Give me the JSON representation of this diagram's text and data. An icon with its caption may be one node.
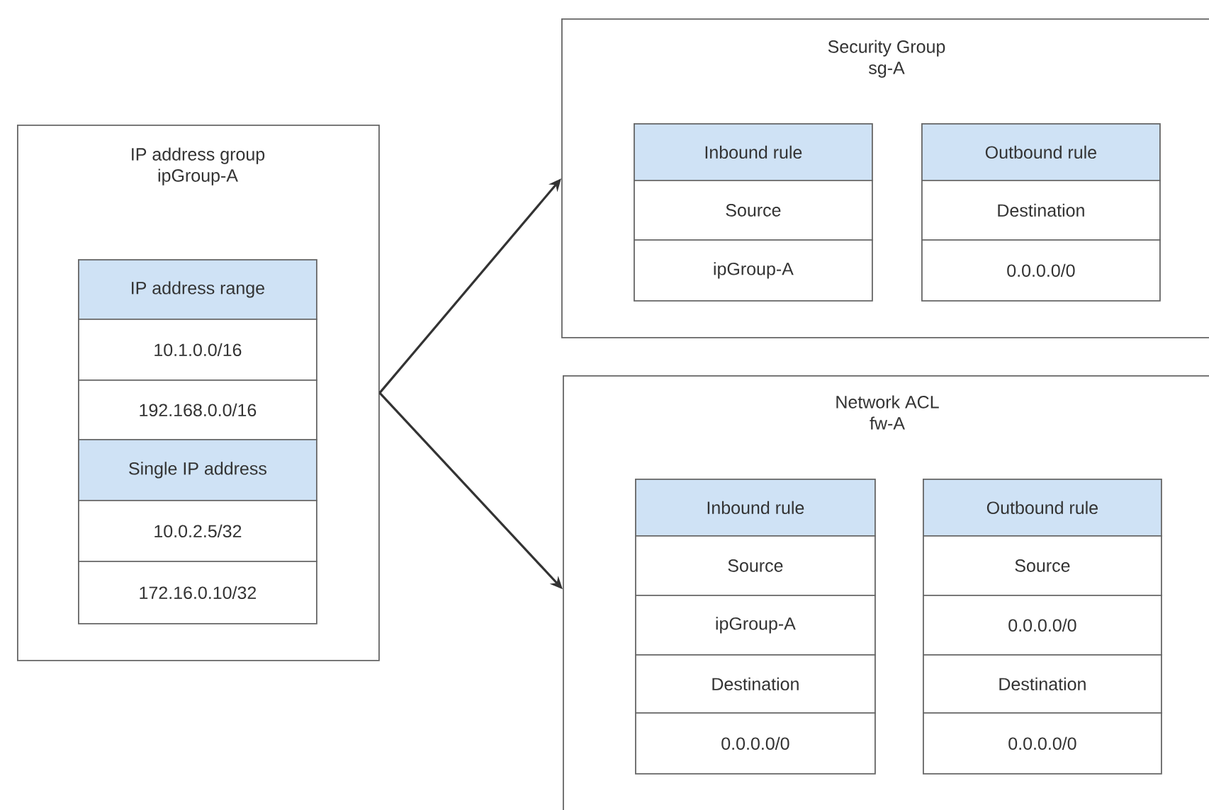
{
  "diagram": {
    "nodes": [
      {
        "text": [
          "IP address group",
          "ipGroup-A"
        ]
      },
      {
        "text": [
          "IP address range"
        ],
        "in": 0
      },
      {
        "text": [
          "10.1.0.0/16"
        ],
        "in": 0
      },
      {
        "text": [
          "192.168.0.0/16"
        ],
        "in": 0
      },
      {
        "text": [
          "Single IP address"
        ],
        "in": 0
      },
      {
        "text": [
          "10.0.2.5/32"
        ],
        "in": 0
      },
      {
        "text": [
          "172.16.0.10/32"
        ],
        "in": 0
      },
      {
        "text": [
          "Security Group",
          "sg-A"
        ]
      },
      {
        "text": [
          "Inbound rule"
        ],
        "in": 7
      },
      {
        "text": [
          "Source"
        ],
        "in": 7
      },
      {
        "text": [
          "ipGroup-A"
        ],
        "in": 7
      },
      {
        "text": [
          "Outbound rule"
        ],
        "in": 7
      },
      {
        "text": [
          "Destination"
        ],
        "in": 7
      },
      {
        "text": [
          "0.0.0.0/0"
        ],
        "in": 7
      },
      {
        "text": [
          "Network ACL",
          "fw-A"
        ]
      },
      {
        "text": [
          "Inbound rule"
        ],
        "in": 14
      },
      {
        "text": [
          "Source"
        ],
        "in": 14
      },
      {
        "text": [
          "ipGroup-A"
        ],
        "in": 14
      },
      {
        "text": [
          "Destination"
        ],
        "in": 14
      },
      {
        "text": [
          "0.0.0.0/0"
        ],
        "in": 14
      },
      {
        "text": [
          "Outbound rule"
        ],
        "in": 14
      },
      {
        "text": [
          "Source"
        ],
        "in": 14
      },
      {
        "text": [
          "0.0.0.0/0"
        ],
        "in": 14
      },
      {
        "text": [
          "Destination"
        ],
        "in": 14
      },
      {
        "text": [
          "0.0.0.0/0"
        ],
        "in": 14
      }
    ],
    "edges": [
      {
        "from": 0,
        "to": 7,
        "arrow": "to"
      },
      {
        "from": 0,
        "to": 14,
        "arrow": "to"
      }
    ]
  }
}
